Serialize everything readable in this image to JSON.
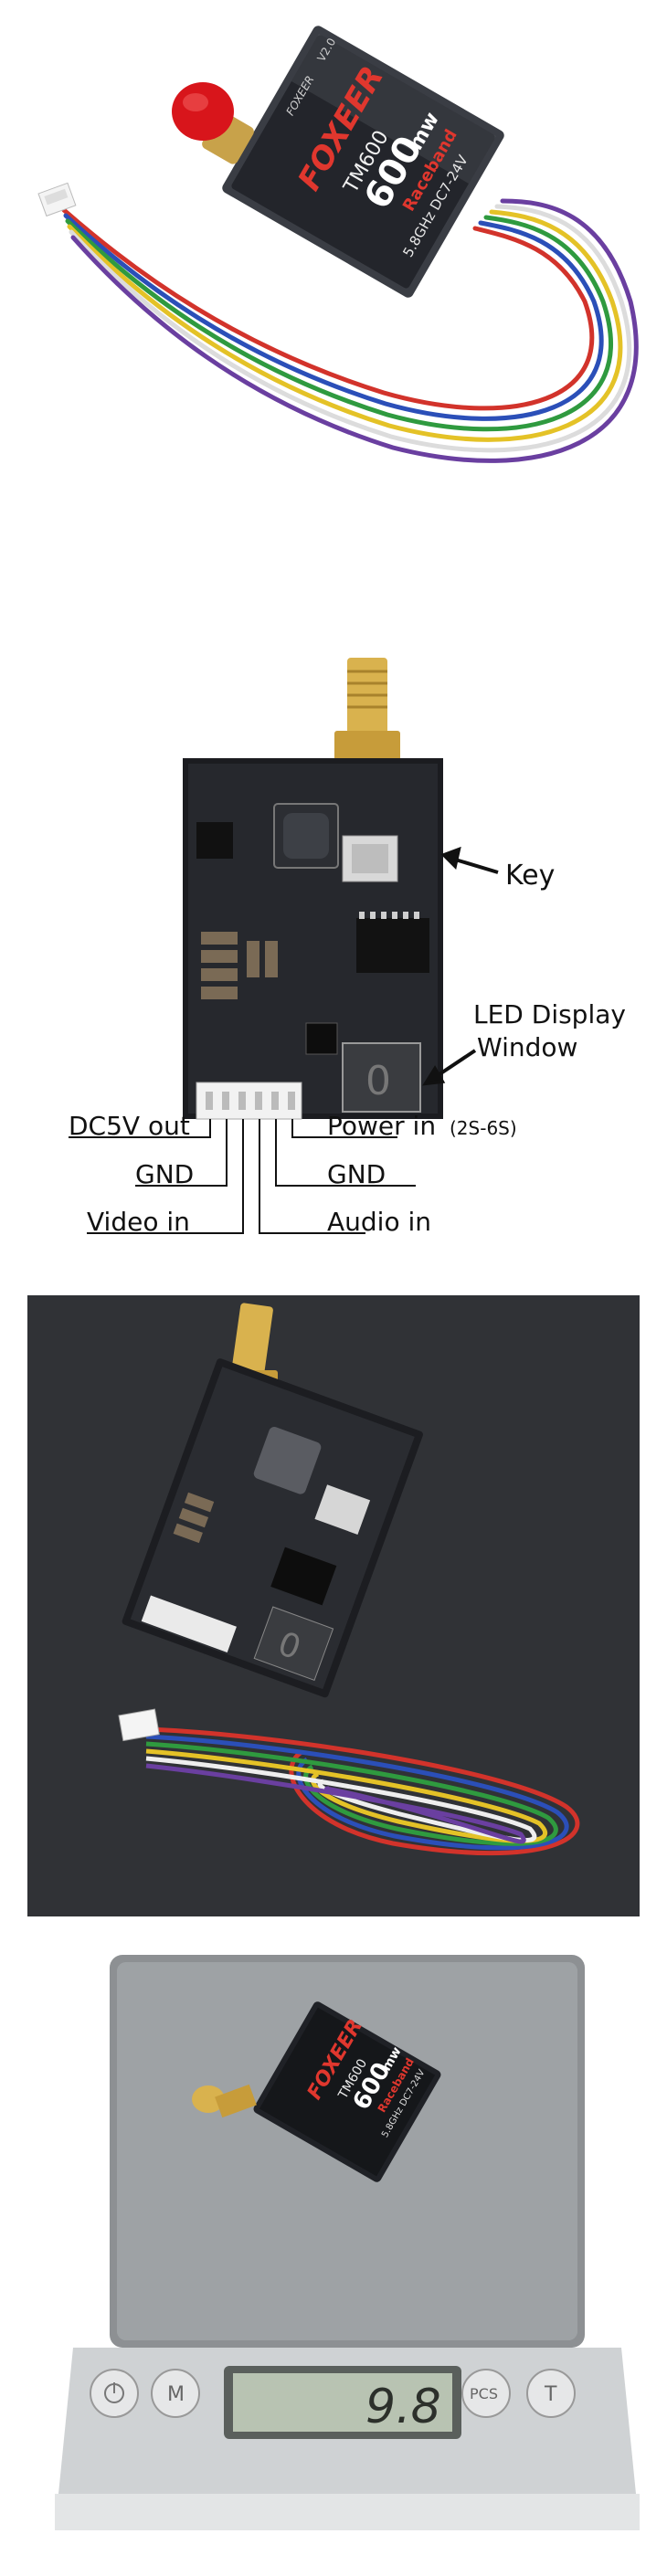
{
  "photo1": {
    "brand": "FOXEER",
    "brand_small": "FOXEER",
    "version": "V2.0",
    "model": "TM600",
    "power": "600",
    "power_unit": "mw",
    "band": "Raceband",
    "freq_voltage": "5.8GHz  DC7-24V"
  },
  "diagram": {
    "key_label": "Key",
    "led_label_line1": "LED Display",
    "led_label_line2": "Window",
    "led_digit": "0",
    "dc5v_out": "DC5V out",
    "gnd_left": "GND",
    "video_in": "Video in",
    "power_in": "Power in",
    "power_range": "(2S-6S)",
    "gnd_right": "GND",
    "audio_in": "Audio in"
  },
  "photo3": {
    "led_digit": "0"
  },
  "scale": {
    "brand": "FOXEER",
    "model": "TM600",
    "power": "600",
    "power_unit": "mw",
    "band": "Raceband",
    "freq_voltage": "5.8GHz DC7-24V",
    "reading": "9.8",
    "btn_power": "",
    "btn_m": "M",
    "btn_pcs": "PCS",
    "btn_t": "T"
  },
  "colors": {
    "wire_red": "#d2332b",
    "wire_blue": "#2b4fb8",
    "wire_green": "#2f9a3f",
    "wire_yellow": "#e4c227",
    "wire_white": "#eeeeee",
    "wire_purple": "#6a3fa0",
    "brand_red": "#e0372e"
  }
}
